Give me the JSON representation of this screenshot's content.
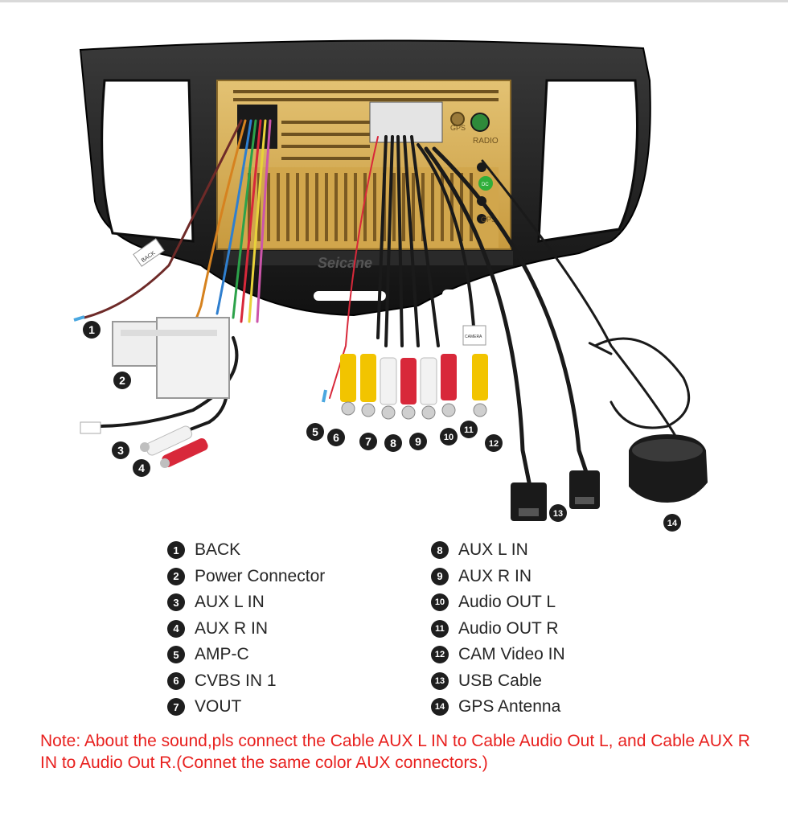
{
  "brand_watermark": "Seicane",
  "panel_labels": {
    "back_tag": "BACK",
    "gps_port": "GPS",
    "radio_port": "RADIO",
    "gps2_port": "GPS",
    "dc_badge": "DC",
    "cam_tag": "CAMERA"
  },
  "markers": [
    "1",
    "2",
    "3",
    "4",
    "5",
    "6",
    "7",
    "8",
    "9",
    "10",
    "11",
    "12",
    "13",
    "14"
  ],
  "legend_left": [
    {
      "num": "1",
      "label": "BACK"
    },
    {
      "num": "2",
      "label": "Power Connector"
    },
    {
      "num": "3",
      "label": "AUX L IN"
    },
    {
      "num": "4",
      "label": "AUX R IN"
    },
    {
      "num": "5",
      "label": "AMP-C"
    },
    {
      "num": "6",
      "label": "CVBS IN 1"
    },
    {
      "num": "7",
      "label": "VOUT"
    }
  ],
  "legend_right": [
    {
      "num": "8",
      "label": "AUX L IN"
    },
    {
      "num": "9",
      "label": "AUX R IN"
    },
    {
      "num": "10",
      "label": "Audio OUT L"
    },
    {
      "num": "11",
      "label": "Audio OUT R"
    },
    {
      "num": "12",
      "label": "CAM Video IN"
    },
    {
      "num": "13",
      "label": "USB Cable"
    },
    {
      "num": "14",
      "label": "GPS Antenna"
    }
  ],
  "note": "Note: About the sound,pls connect the Cable AUX L IN to Cable Audio Out L, and Cable AUX R IN to  Audio Out R.(Connet the same color AUX connectors.)",
  "colors": {
    "note": "#e8201e",
    "frame": "#1c1c1c",
    "board": "#d7b15c",
    "rca_yellow": "#f2c400",
    "rca_red": "#d8283a",
    "rca_white": "#f2f2f2"
  }
}
